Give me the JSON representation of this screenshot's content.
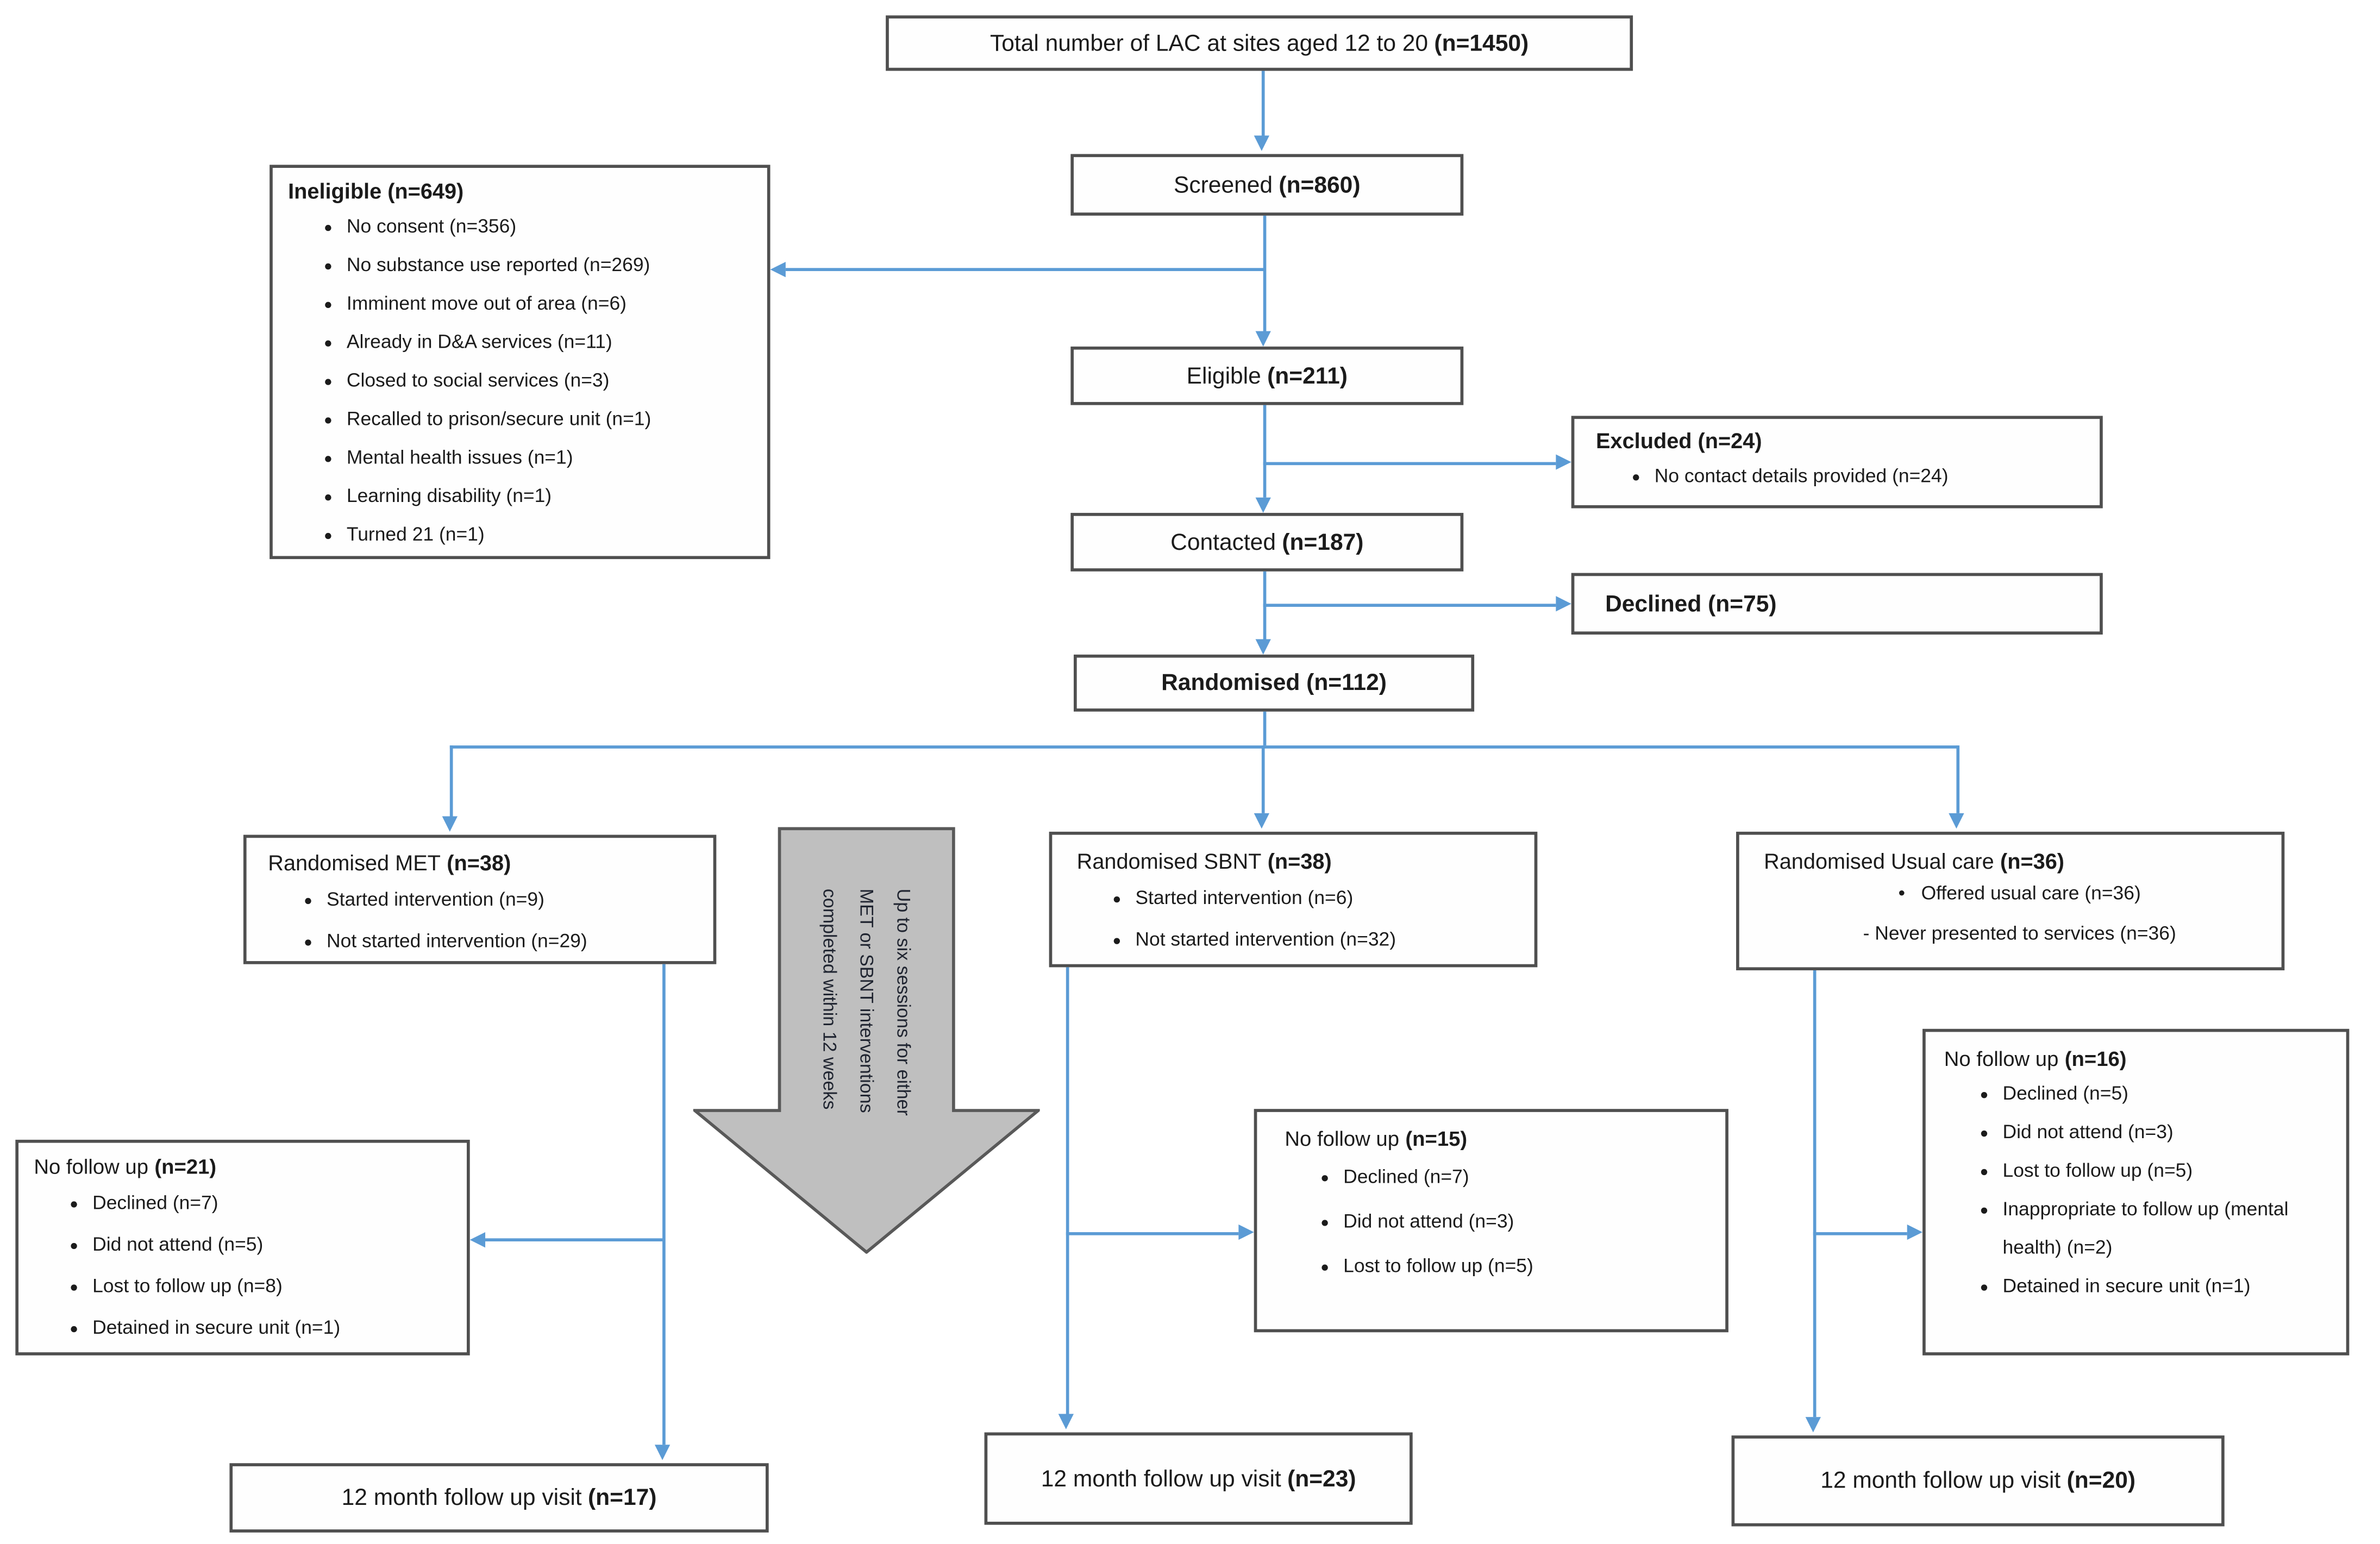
{
  "figure": {
    "type": "consort-flow-diagram",
    "palette": {
      "arrow_blue": "#5B9BD5",
      "box_border": "#4f4f4f",
      "gray_arrow_fill": "#BFBFBF",
      "gray_arrow_stroke": "#595959",
      "background": "#ffffff",
      "text": "#1b1b1b"
    }
  },
  "nodes": {
    "total": {
      "label": "Total number of LAC at sites aged 12 to 20",
      "n": "(n=1450)"
    },
    "screened": {
      "label": "Screened",
      "n": "(n=860)"
    },
    "ineligible": {
      "title": "Ineligible (n=649)",
      "bullets": [
        "No consent (n=356)",
        "No substance use reported (n=269)",
        "Imminent move out of area (n=6)",
        "Already in D&A services (n=11)",
        "Closed to social services (n=3)",
        "Recalled to prison/secure unit (n=1)",
        "Mental health issues (n=1)",
        "Learning disability (n=1)",
        "Turned 21 (n=1)"
      ]
    },
    "eligible": {
      "label": "Eligible",
      "n": "(n=211)"
    },
    "excluded": {
      "title": "Excluded (n=24)",
      "bullets": [
        "No contact details provided (n=24)"
      ]
    },
    "contacted": {
      "label": "Contacted",
      "n": "(n=187)"
    },
    "declined": {
      "title": "Declined (n=75)"
    },
    "randomised": {
      "title": "Randomised (n=112)"
    },
    "met": {
      "label": "Randomised MET",
      "n": "(n=38)",
      "bullets": [
        "Started intervention (n=9)",
        "Not started intervention (n=29)"
      ]
    },
    "sbnt": {
      "label": "Randomised SBNT",
      "n": "(n=38)",
      "bullets": [
        "Started intervention (n=6)",
        "Not started intervention (n=32)"
      ]
    },
    "usual": {
      "label": "Randomised Usual care",
      "n": "(n=36)",
      "bullet_marker": "•",
      "bullet": "Offered usual care (n=36)",
      "sub": "- Never presented to services (n=36)"
    },
    "gray_arrow": {
      "text": "Up to six sessions for either\nMET or SBNT interventions\ncompleted within 12 weeks"
    },
    "nofollow_met": {
      "label": "No follow up",
      "n": "(n=21)",
      "bullets": [
        "Declined (n=7)",
        "Did not attend (n=5)",
        "Lost to follow up (n=8)",
        "Detained in secure unit (n=1)"
      ]
    },
    "nofollow_sbnt": {
      "label": "No follow up",
      "n": "(n=15)",
      "bullets": [
        "Declined (n=7)",
        "Did not attend (n=3)",
        "Lost to follow up (n=5)"
      ]
    },
    "nofollow_usual": {
      "label": "No follow up",
      "n": "(n=16)",
      "bullets": [
        "Declined (n=5)",
        "Did not attend (n=3)",
        "Lost to follow up (n=5)",
        "Inappropriate to follow up (mental health) (n=2)",
        "Detained in secure unit (n=1)"
      ]
    },
    "visit_met": {
      "label": "12 month follow up visit",
      "n": "(n=17)"
    },
    "visit_sbnt": {
      "label": "12 month follow up visit",
      "n": "(n=23)"
    },
    "visit_usual": {
      "label": "12 month follow up visit",
      "n": "(n=20)"
    }
  }
}
